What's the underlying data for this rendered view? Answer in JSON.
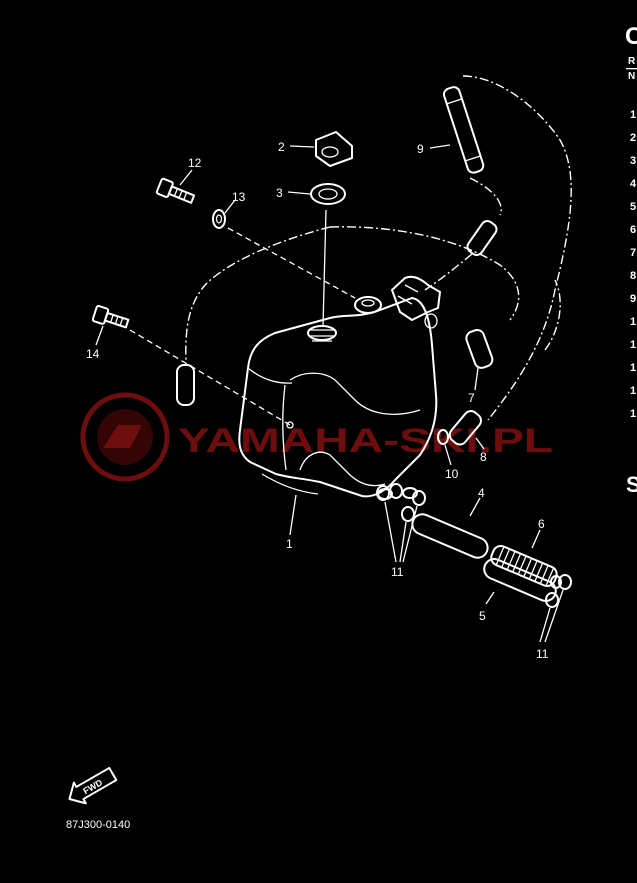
{
  "part_labels": {
    "p1": "1",
    "p2": "2",
    "p3": "3",
    "p4": "4",
    "p5": "5",
    "p6": "6",
    "p7": "7",
    "p8": "8",
    "p9": "9",
    "p10": "10",
    "p11a": "11",
    "p11b": "11",
    "p12": "12",
    "p13": "13",
    "p14": "14"
  },
  "fwd_label": "FWD",
  "drawing_code": "87J300-0140",
  "watermark": "YAMAHA-SKI.PL",
  "right_edge": {
    "header_glyph": "C",
    "header_r": "R",
    "header_n": "N",
    "row_digits": [
      "1",
      "2",
      "3",
      "4",
      "5",
      "6",
      "7",
      "8",
      "9",
      "1",
      "1",
      "1",
      "1",
      "1"
    ],
    "footer_glyph": "S"
  },
  "colors": {
    "background": "#000000",
    "line_art": "#ffffff",
    "watermark": "#7a0f0f"
  }
}
